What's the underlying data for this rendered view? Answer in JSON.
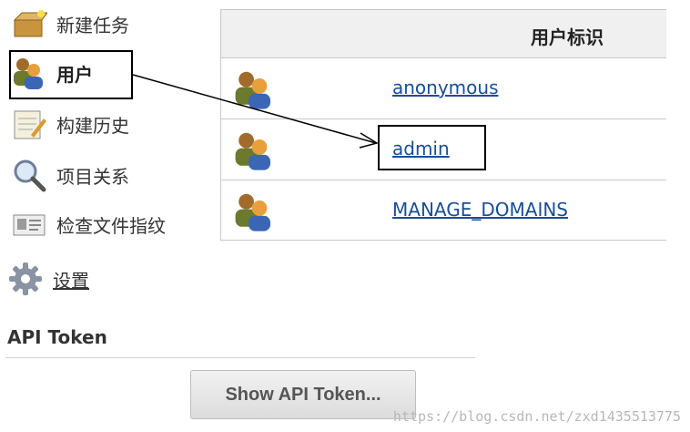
{
  "sidebar": {
    "items": [
      {
        "label": "新建任务"
      },
      {
        "label": "用户"
      },
      {
        "label": "构建历史"
      },
      {
        "label": "项目关系"
      },
      {
        "label": "检查文件指纹"
      },
      {
        "label": "设置"
      }
    ]
  },
  "table": {
    "header": "用户标识",
    "rows": [
      {
        "user": "anonymous"
      },
      {
        "user": "admin"
      },
      {
        "user": "MANAGE_DOMAINS"
      }
    ]
  },
  "api_token": {
    "title": "API Token",
    "button_label": "Show API Token..."
  },
  "watermark": "https://blog.csdn.net/zxd1435513775",
  "colors": {
    "link": "#1a4d96",
    "header_bg": "#f0f0f0",
    "border": "#c8c8c8",
    "annotation": "#000000"
  }
}
